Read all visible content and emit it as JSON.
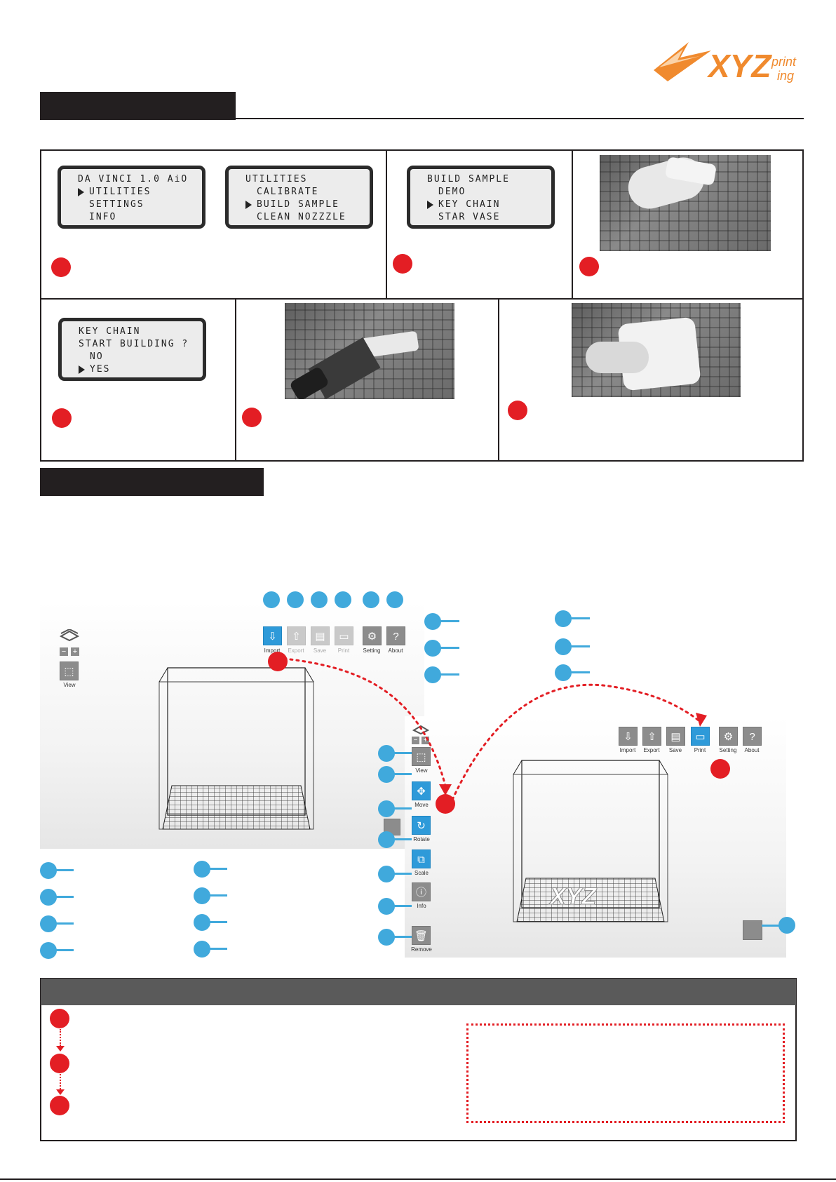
{
  "brand": {
    "logo_text": "XYZprinting",
    "logo_color": "#f08a2e"
  },
  "colors": {
    "accent_red": "#e31e24",
    "callout_blue": "#40a9dc",
    "ui_blue": "#2e9ad9"
  },
  "lcd_screens": {
    "main_menu": {
      "lines": [
        "DA VINCI 1.0 AiO",
        "UTILITIES",
        "SETTINGS",
        "INFO"
      ],
      "selected_index": 1
    },
    "utilities_menu": {
      "lines": [
        "UTILITIES",
        "CALIBRATE",
        "BUILD SAMPLE",
        "CLEAN NOZZZLE"
      ],
      "selected_index": 2
    },
    "build_sample_menu": {
      "lines": [
        "BUILD SAMPLE",
        "DEMO",
        "KEY CHAIN",
        "STAR VASE"
      ],
      "selected_index": 2
    },
    "key_chain_menu": {
      "lines": [
        "KEY CHAIN",
        "START BUILDING ?",
        "NO",
        "YES"
      ],
      "selected_index": 3
    }
  },
  "software": {
    "toolbar_top": [
      "Import",
      "Export",
      "Save",
      "Print",
      "Setting",
      "About"
    ],
    "toolbar_right": [
      "Import",
      "Export",
      "Save",
      "Print",
      "Setting",
      "About"
    ],
    "view_label": "View",
    "side_tools": [
      "View",
      "Move",
      "Rotate",
      "Scale",
      "Info",
      "Remove"
    ]
  },
  "icons": [
    "xyz-logo-icon",
    "import-icon",
    "export-icon",
    "save-icon",
    "print-icon",
    "setting-icon",
    "about-icon",
    "view-cube-icon",
    "zoom-out-icon",
    "zoom-in-icon",
    "move-icon",
    "rotate-icon",
    "scale-icon",
    "info-icon",
    "remove-icon"
  ]
}
